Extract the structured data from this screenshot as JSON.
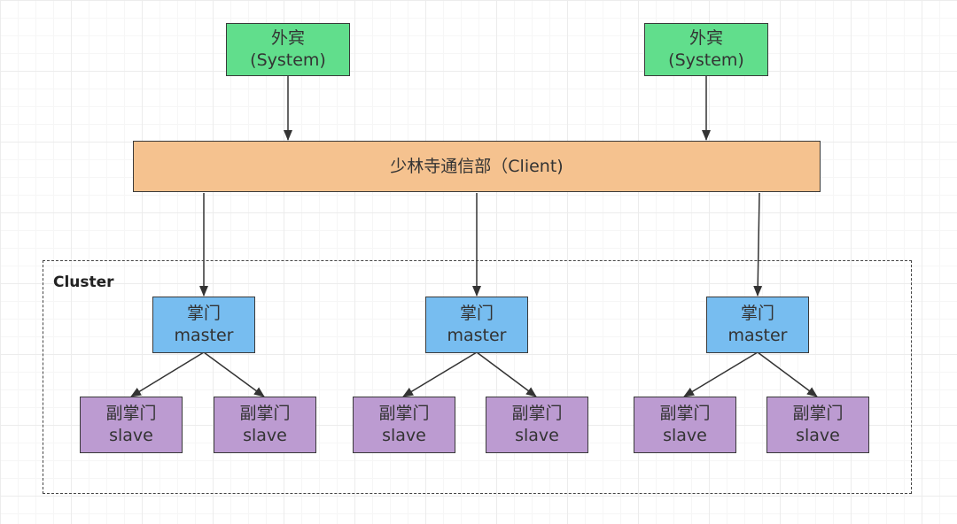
{
  "systems": [
    {
      "name": "外宾",
      "sub": "(System)"
    },
    {
      "name": "外宾",
      "sub": "(System)"
    }
  ],
  "client": {
    "label": "少林寺通信部（Client)"
  },
  "cluster": {
    "label": "Cluster"
  },
  "masters": [
    {
      "name": "掌门",
      "sub": "master"
    },
    {
      "name": "掌门",
      "sub": "master"
    },
    {
      "name": "掌门",
      "sub": "master"
    }
  ],
  "slaves": [
    {
      "name": "副掌门",
      "sub": "slave"
    },
    {
      "name": "副掌门",
      "sub": "slave"
    },
    {
      "name": "副掌门",
      "sub": "slave"
    },
    {
      "name": "副掌门",
      "sub": "slave"
    },
    {
      "name": "副掌门",
      "sub": "slave"
    },
    {
      "name": "副掌门",
      "sub": "slave"
    }
  ],
  "colors": {
    "system": "#61de8c",
    "client": "#f5c28f",
    "master": "#77bdf0",
    "slave": "#bc9bd1"
  }
}
